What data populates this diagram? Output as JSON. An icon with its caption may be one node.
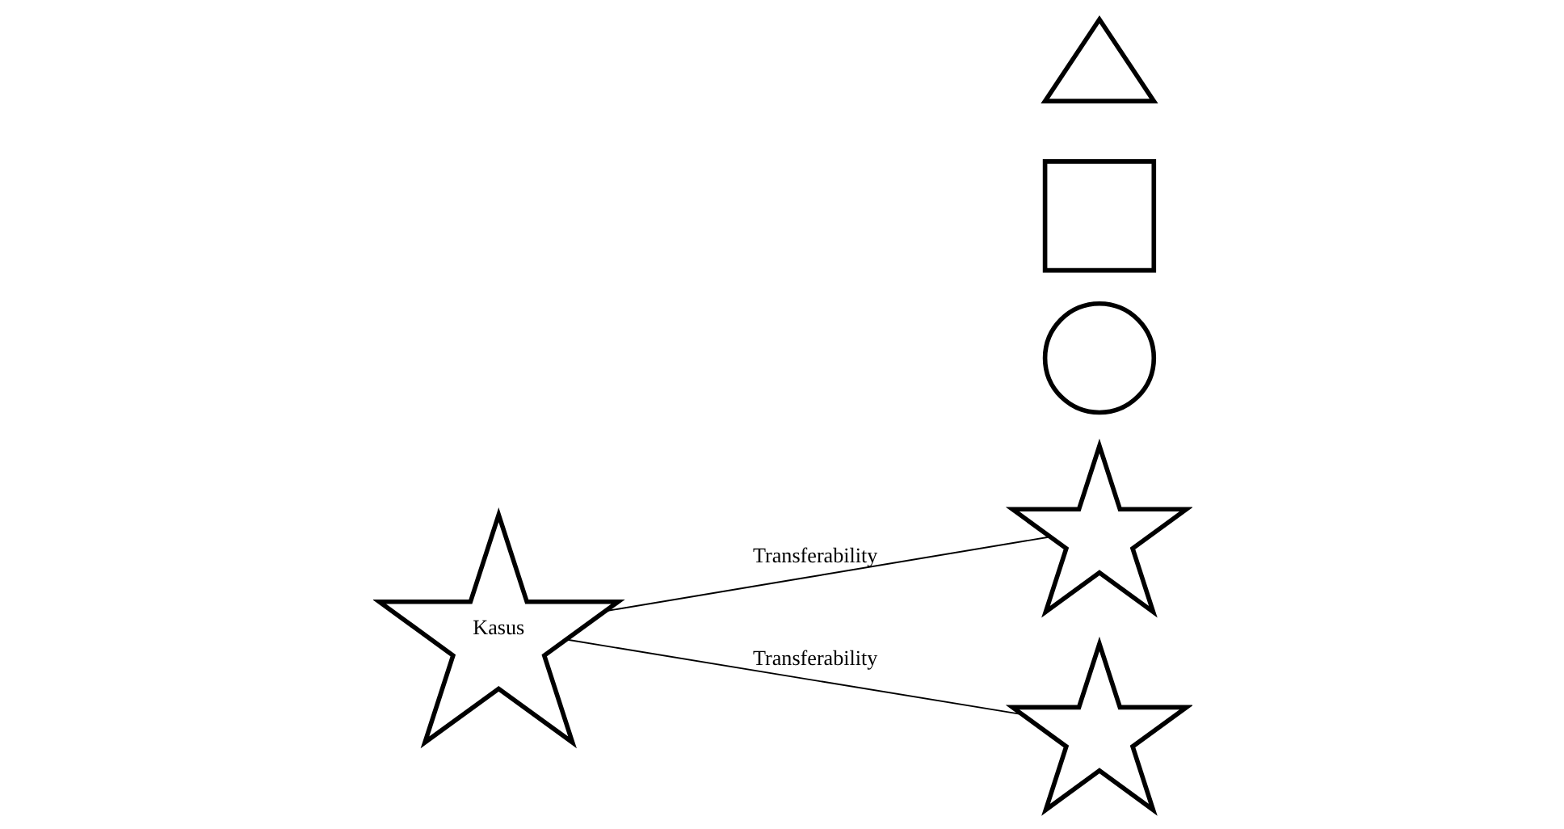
{
  "diagram": {
    "nodes": [
      {
        "text": [
          "Kasus"
        ]
      },
      {
        "text": [],
        "shape": "burst"
      },
      {
        "text": [],
        "shape": "circle"
      },
      {
        "text": [],
        "shape": "box"
      },
      {
        "text": [],
        "shape": "triangle"
      },
      {
        "text": [],
        "shape": "burst"
      }
    ],
    "edges": [
      {
        "from": 0,
        "to": 1,
        "arrow": "none",
        "label": "Transferability"
      },
      {
        "from": 0,
        "to": 5,
        "arrow": "none",
        "label": "Transferability"
      }
    ]
  }
}
